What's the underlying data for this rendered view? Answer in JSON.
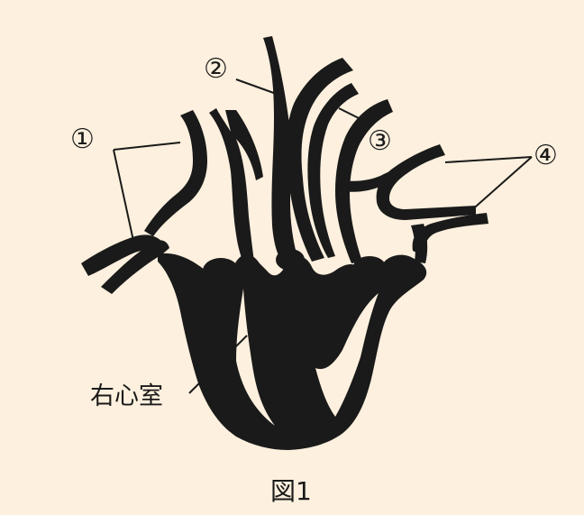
{
  "diagram": {
    "labels": {
      "label_1": "①",
      "label_2": "②",
      "label_3": "③",
      "label_4": "④",
      "right_ventricle": "右心室"
    },
    "caption": "図1",
    "colors": {
      "background": "#fdf0de",
      "ink": "#1a1a1a"
    }
  }
}
